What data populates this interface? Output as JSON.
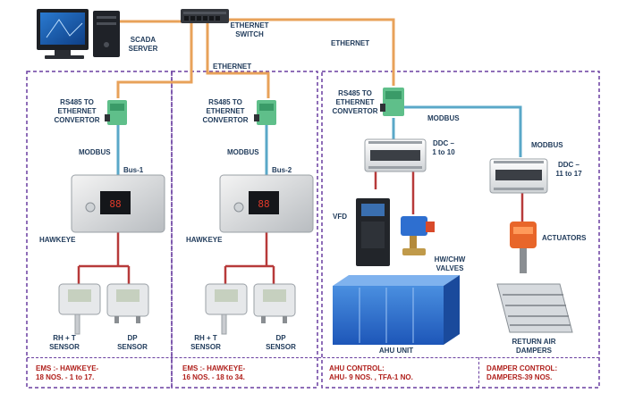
{
  "server": {
    "label": "SCADA\nSERVER"
  },
  "switch": {
    "label": "ETHERNET\nSWITCH"
  },
  "links": {
    "ethernet_mid": "ETHERNET",
    "ethernet_right": "ETHERNET",
    "modbus_p1": "MODBUS",
    "modbus_p2": "MODBUS",
    "modbus_p3a": "MODBUS",
    "modbus_p3b": "MODBUS",
    "bus1": "Bus-1",
    "bus2": "Bus-2"
  },
  "panels": {
    "ems1": {
      "converter": "RS485 TO\nETHERNET\nCONVERTOR",
      "meter": "HAWKEYE",
      "sensor1": "RH + T\nSENSOR",
      "sensor2": "DP\nSENSOR",
      "footer": "EMS :- HAWKEYE-\n18 NOS. - 1 to 17."
    },
    "ems2": {
      "converter": "RS485 TO\nETHERNET\nCONVERTOR",
      "meter": "HAWKEYE",
      "sensor1": "RH + T\nSENSOR",
      "sensor2": "DP\nSENSOR",
      "footer": "EMS :- HAWKEYE-\n16 NOS. - 18 to 34."
    },
    "ahu": {
      "converter": "RS485 TO\nETHERNET\nCONVERTOR",
      "ddc1": "DDC –\n1 to 10",
      "ddc2": "DDC –\n11 to 17",
      "vfd": "VFD",
      "valves": "HW/CHW\nVALVES",
      "unit": "AHU UNIT",
      "actuators": "ACTUATORS",
      "dampers": "RETURN AIR\nDAMPERS",
      "footer_ahu": "AHU CONTROL:\nAHU- 9 NOS. , TFA-1 NO.",
      "footer_damper": "DAMPER CONTROL:\nDAMPERS-39 NOS."
    }
  },
  "colors": {
    "ethernet_cable": "#e8a25a",
    "modbus_cable": "#5aa8c8",
    "wire": "#b73a3a",
    "border": "#6a3fa0",
    "label": "#1f3a5a",
    "footer_text": "#b0201c"
  }
}
